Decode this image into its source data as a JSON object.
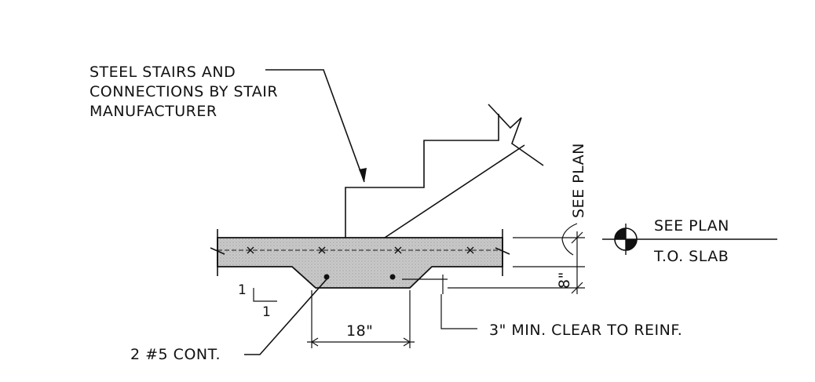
{
  "notes": {
    "stairs_line1": "STEEL STAIRS AND",
    "stairs_line2": "CONNECTIONS BY STAIR",
    "stairs_line3": "MANUFACTURER",
    "see_plan_vertical": "SEE PLAN",
    "elev_top": "SEE PLAN",
    "elev_bottom": "T.O. SLAB",
    "slab_thickness": "8\"",
    "thickened_width": "18\"",
    "clearance": "3\" MIN. CLEAR TO REINF.",
    "rebar": "2 #5 CONT.",
    "slope_rise": "1",
    "slope_run": "1"
  },
  "colors": {
    "line": "#111111",
    "concrete_fill": "#c9c9c9"
  }
}
